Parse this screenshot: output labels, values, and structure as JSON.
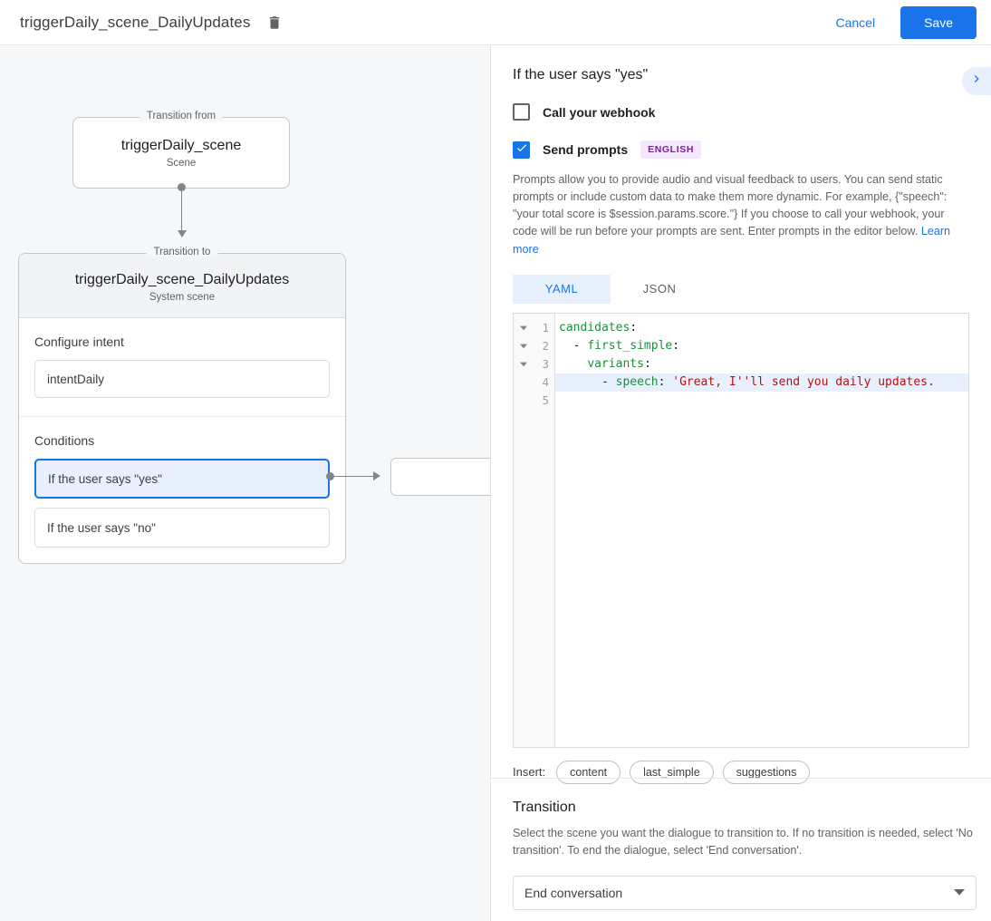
{
  "topbar": {
    "title": "triggerDaily_scene_DailyUpdates",
    "delete_icon": "trash-icon",
    "cancel_label": "Cancel",
    "save_label": "Save",
    "accent_color": "#1a73e8"
  },
  "graph": {
    "from_card": {
      "legend": "Transition from",
      "title": "triggerDaily_scene",
      "subtitle": "Scene"
    },
    "to_card": {
      "legend": "Transition to",
      "title": "triggerDaily_scene_DailyUpdates",
      "subtitle": "System scene"
    },
    "intent_section": {
      "label": "Configure intent",
      "value": "intentDaily"
    },
    "conditions_section": {
      "label": "Conditions",
      "items": [
        {
          "label": "If the user says \"yes\"",
          "selected": true
        },
        {
          "label": "If the user says \"no\"",
          "selected": false
        }
      ]
    }
  },
  "panel": {
    "title": "If the user says \"yes\"",
    "expand_icon": "chevron-right-icon",
    "webhook": {
      "label": "Call your webhook",
      "checked": false
    },
    "prompts": {
      "label": "Send prompts",
      "checked": true,
      "badge": "ENGLISH",
      "badge_color": "#7b1fa2",
      "description": "Prompts allow you to provide audio and visual feedback to users. You can send static prompts or include custom data to make them more dynamic. For example, {\"speech\": \"your total score is $session.params.score.\"} If you choose to call your webhook, your code will be run before your prompts are sent. Enter prompts in the editor below.",
      "learn_more": "Learn more"
    },
    "editor": {
      "tabs": [
        {
          "label": "YAML",
          "active": true
        },
        {
          "label": "JSON",
          "active": false
        }
      ],
      "line_numbers": [
        "1",
        "2",
        "3",
        "4",
        "5"
      ],
      "fold_rows": [
        true,
        true,
        true,
        false,
        false
      ],
      "highlighted_line": 4,
      "lines": [
        {
          "key": "candidates",
          "indent": 0,
          "dash": false,
          "value": null
        },
        {
          "key": "first_simple",
          "indent": 2,
          "dash": true,
          "value": null
        },
        {
          "key": "variants",
          "indent": 4,
          "dash": false,
          "value": null
        },
        {
          "key": "speech",
          "indent": 6,
          "dash": true,
          "value": "'Great, I''ll send you daily updates."
        },
        {
          "key": null,
          "indent": 0,
          "dash": false,
          "value": null
        }
      ]
    },
    "insert": {
      "label": "Insert:",
      "chips": [
        "content",
        "last_simple",
        "suggestions"
      ]
    },
    "transition": {
      "title": "Transition",
      "description": "Select the scene you want the dialogue to transition to. If no transition is needed, select 'No transition'. To end the dialogue, select 'End conversation'.",
      "selected": "End conversation",
      "dropdown_icon": "chevron-down-icon"
    }
  }
}
